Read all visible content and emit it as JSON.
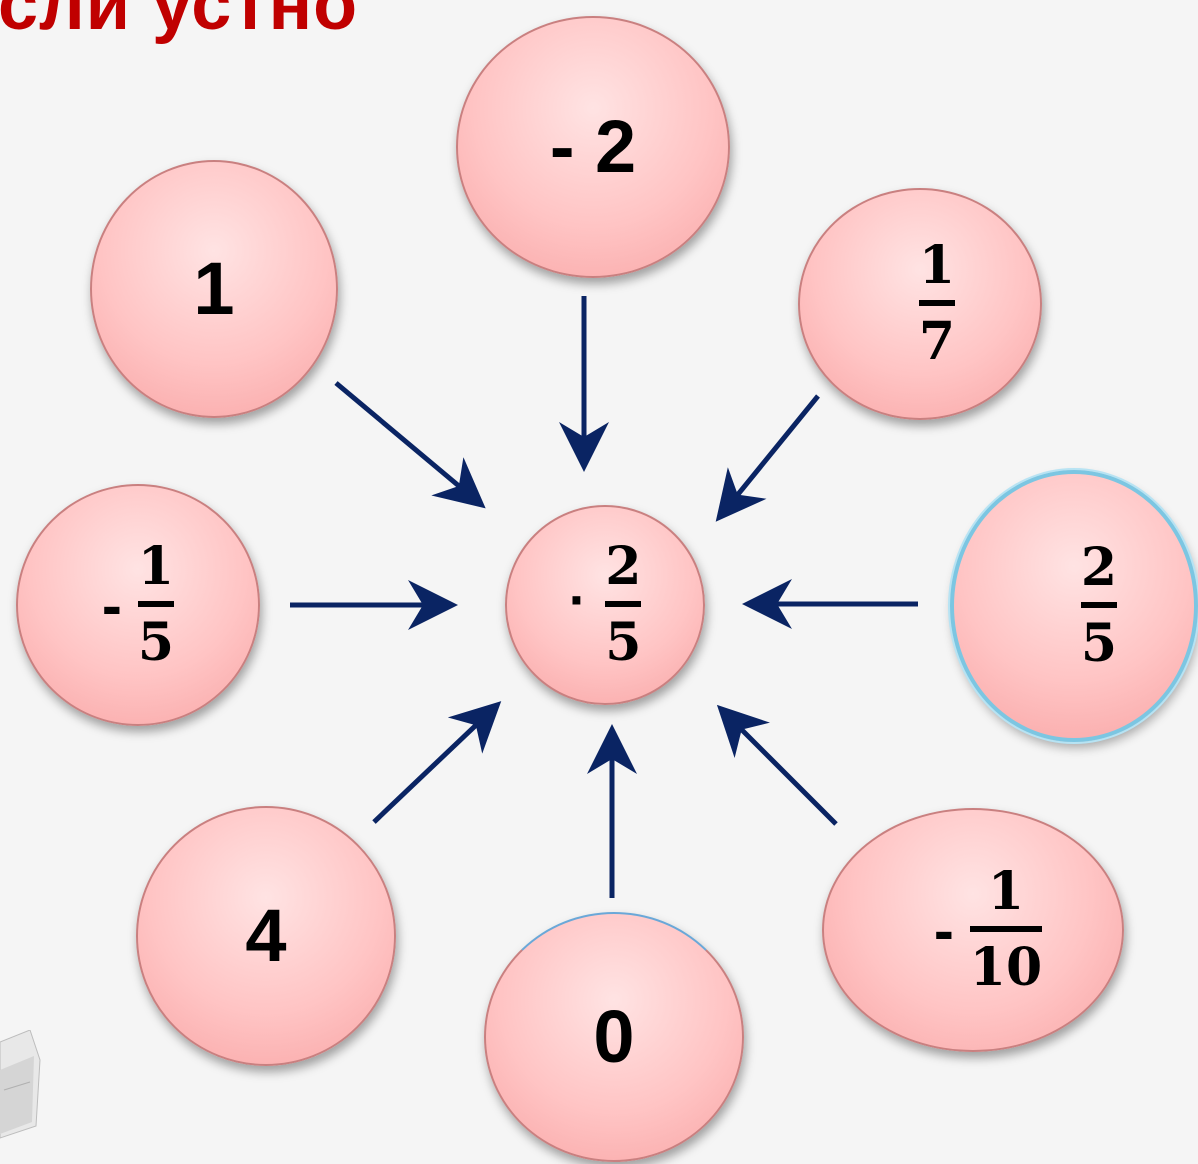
{
  "title": "сли устно",
  "center": {
    "operator": "·",
    "numerator": "2",
    "denominator": "5"
  },
  "nodes": [
    {
      "id": "minus-two",
      "label": "- 2"
    },
    {
      "id": "one",
      "label": "1"
    },
    {
      "id": "one-seventh",
      "numerator": "1",
      "denominator": "7"
    },
    {
      "id": "minus-one-fifth",
      "sign": "-",
      "numerator": "1",
      "denominator": "5"
    },
    {
      "id": "two-fifths",
      "numerator": "2",
      "denominator": "5"
    },
    {
      "id": "four",
      "label": "4"
    },
    {
      "id": "zero",
      "label": "0"
    },
    {
      "id": "minus-one-tenth",
      "sign": "-",
      "numerator": "1",
      "denominator": "10"
    }
  ],
  "colors": {
    "title": "#c00000",
    "arrow": "#0a2463",
    "circle_fill": "#ffc4c4",
    "highlight_ring": "#7cc6e2"
  },
  "icons": {
    "corner": "paper-icon",
    "arrows": "arrow-icon"
  }
}
